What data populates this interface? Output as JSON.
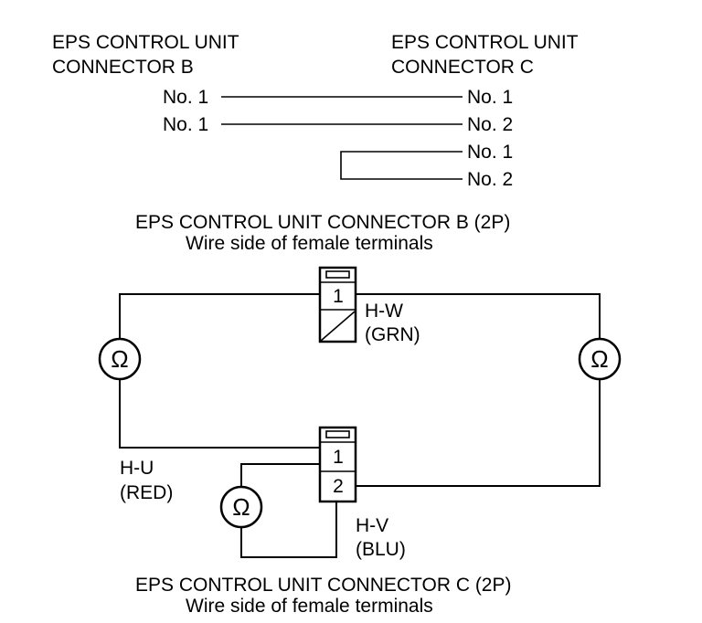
{
  "header": {
    "left": [
      "EPS CONTROL UNIT",
      "CONNECTOR B"
    ],
    "right": [
      "EPS CONTROL UNIT",
      "CONNECTOR C"
    ]
  },
  "mapping": {
    "rows": [
      {
        "from": "No. 1",
        "to": "No. 1"
      },
      {
        "from": "No. 1",
        "to": "No. 2"
      }
    ],
    "jumper": [
      "No. 1",
      "No. 2"
    ]
  },
  "connector_b": {
    "title": "EPS CONTROL UNIT CONNECTOR B (2P)",
    "subtitle": "Wire side of female terminals",
    "pin": "1",
    "wire_label": [
      "H-W",
      "(GRN)"
    ]
  },
  "connector_c": {
    "title": "EPS CONTROL UNIT CONNECTOR C (2P)",
    "subtitle": "Wire side of female terminals",
    "pins": [
      "1",
      "2"
    ],
    "wire_u": [
      "H-U",
      "(RED)"
    ],
    "wire_v": [
      "H-V",
      "(BLU)"
    ]
  },
  "meter_symbol": "Ω"
}
